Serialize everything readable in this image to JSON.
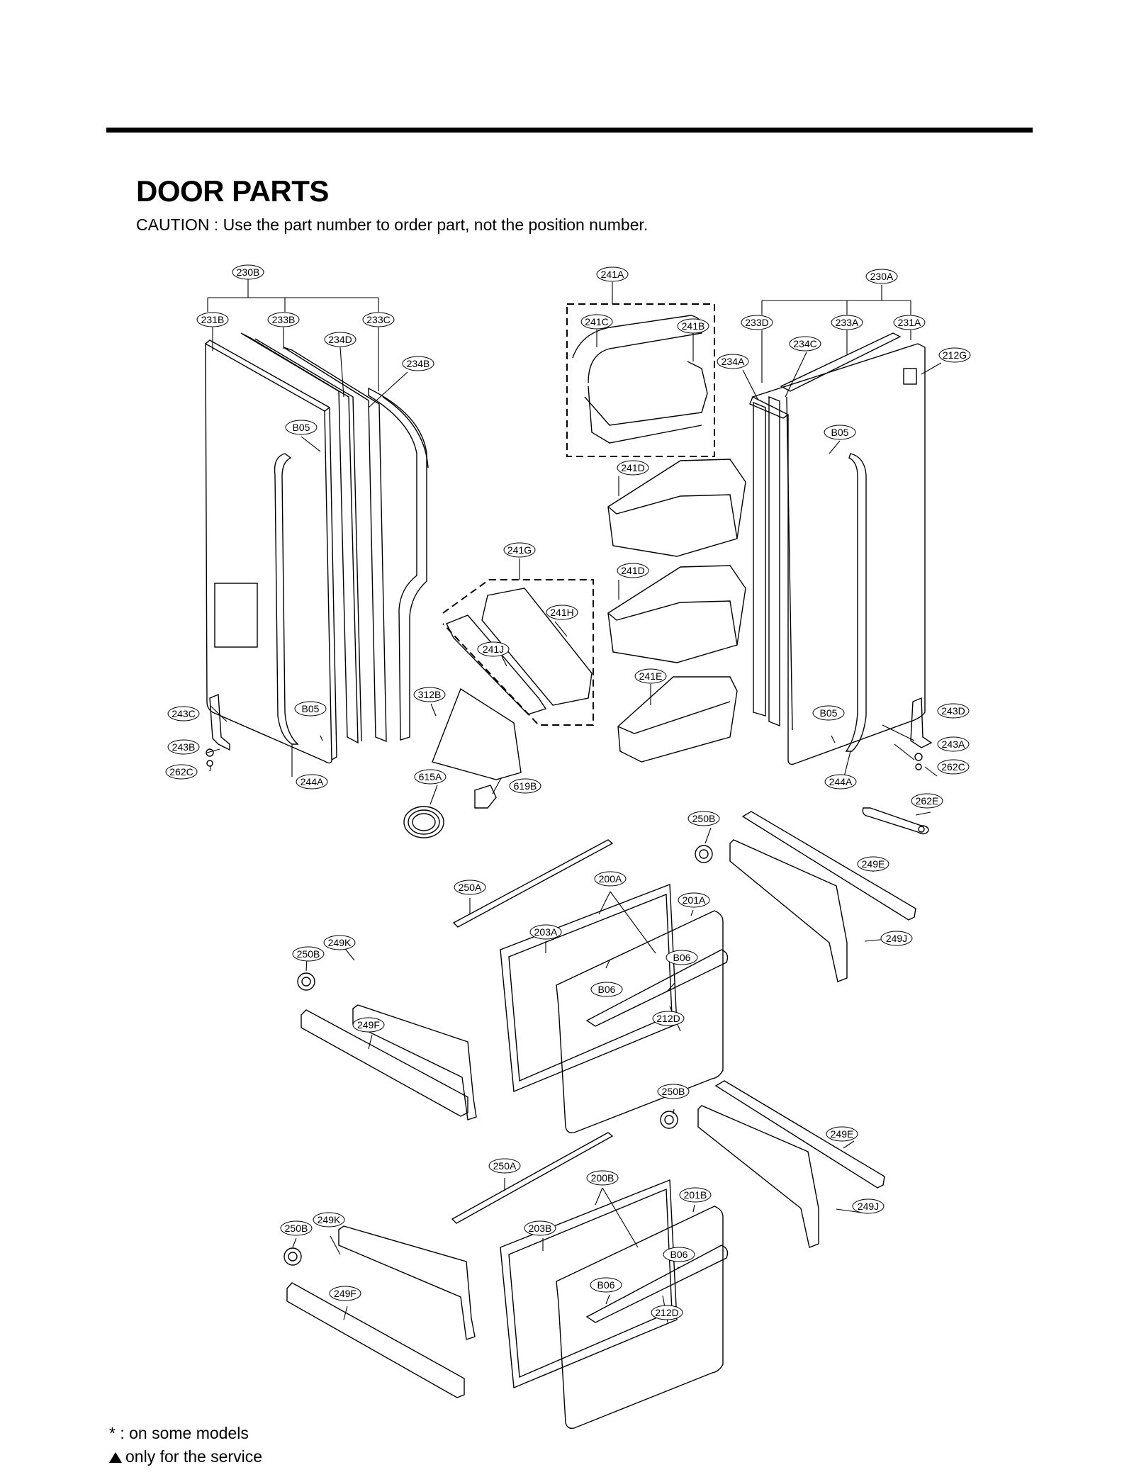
{
  "title": "DOOR PARTS",
  "caution": "CAUTION : Use the part number to order part, not the position number.",
  "footnotes": {
    "on_some_models": "* : on some models",
    "only_for_service": "only for the service"
  },
  "labels": {
    "l230B": "230B",
    "l231B": "231B",
    "l233B": "233B",
    "l233C": "233C",
    "l234D": "234D",
    "l234B": "234B",
    "l241A": "241A",
    "l241C": "241C",
    "l241B": "241B",
    "l230A": "230A",
    "l233D": "233D",
    "l233A": "233A",
    "l231A": "231A",
    "l234C": "234C",
    "l234A": "234A",
    "l212G": "212G",
    "l241D_1": "241D",
    "l241D_2": "241D",
    "l241G": "241G",
    "l241H": "241H",
    "l241J": "241J",
    "l241E": "241E",
    "l312B": "312B",
    "l243C": "243C",
    "l243B": "243B",
    "l262C_l": "262C",
    "l244A_l": "244A",
    "l243D": "243D",
    "l243A": "243A",
    "l262C_r": "262C",
    "l244A_r": "244A",
    "l262E": "262E",
    "l615A": "615A",
    "l619B": "619B",
    "lB05_1": "B05",
    "lB05_2": "B05",
    "lB05_3": "B05",
    "lB05_4": "B05",
    "l250B_1": "250B",
    "l249E_1": "249E",
    "l250A_1": "250A",
    "l200A": "200A",
    "l201A": "201A",
    "l203A": "203A",
    "l249K_1": "249K",
    "l250B_2": "250B",
    "lB06_1": "B06",
    "lB06_2": "B06",
    "l212D_1": "212D",
    "l249J_1": "249J",
    "l249F_1": "249F",
    "l250B_3": "250B",
    "l249E_2": "249E",
    "l250A_2": "250A",
    "l200B": "200B",
    "l201B": "201B",
    "l203B": "203B",
    "l249K_2": "249K",
    "l250B_4": "250B",
    "lB06_3": "B06",
    "lB06_4": "B06",
    "l212D_2": "212D",
    "l249J_2": "249J",
    "l249F_2": "249F"
  }
}
